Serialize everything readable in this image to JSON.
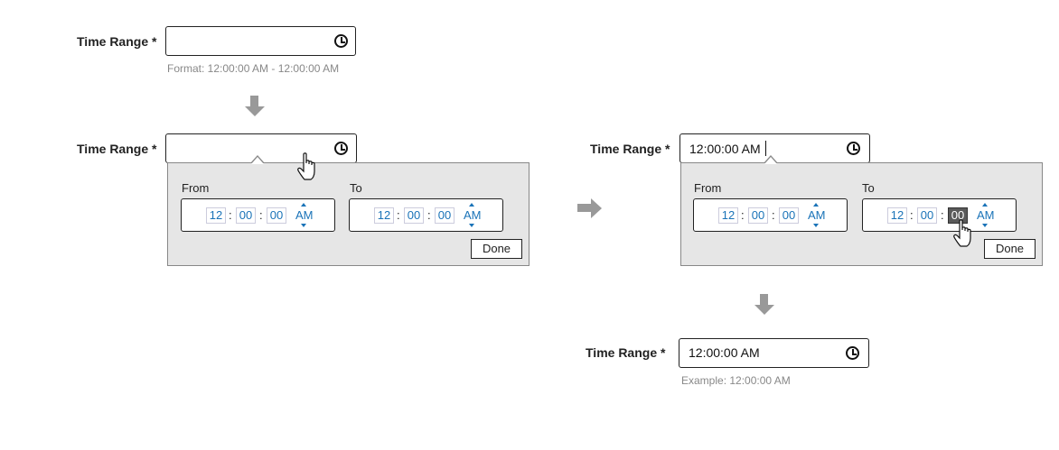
{
  "step1": {
    "label": "Time Range *",
    "value": "",
    "hint": "Format: 12:00:00 AM  -  12:00:00 AM"
  },
  "step2": {
    "label": "Time Range *",
    "value": "",
    "from_label": "From",
    "to_label": "To",
    "from": {
      "hours": "12",
      "minutes": "00",
      "seconds": "00",
      "ampm": "AM"
    },
    "to": {
      "hours": "12",
      "minutes": "00",
      "seconds": "00",
      "ampm": "AM"
    },
    "done_label": "Done"
  },
  "step3": {
    "label": "Time Range *",
    "value": "12:00:00 AM",
    "from_label": "From",
    "to_label": "To",
    "from": {
      "hours": "12",
      "minutes": "00",
      "seconds": "00",
      "ampm": "AM"
    },
    "to": {
      "hours": "12",
      "minutes": "00",
      "seconds": "00",
      "ampm": "AM"
    },
    "done_label": "Done"
  },
  "step4": {
    "label": "Time Range *",
    "value": "12:00:00 AM",
    "hint": "Example: 12:00:00 AM"
  },
  "icons": {
    "clock": "clock-icon",
    "cursor": "hand-pointer-cursor-icon",
    "flow_arrow": "arrow-icon"
  },
  "colors": {
    "accent": "#1a73b8",
    "panel_bg": "#e6e6e6",
    "hint_text": "#888888",
    "arrow": "#999999",
    "selected_segment": "#5a5a5a"
  }
}
